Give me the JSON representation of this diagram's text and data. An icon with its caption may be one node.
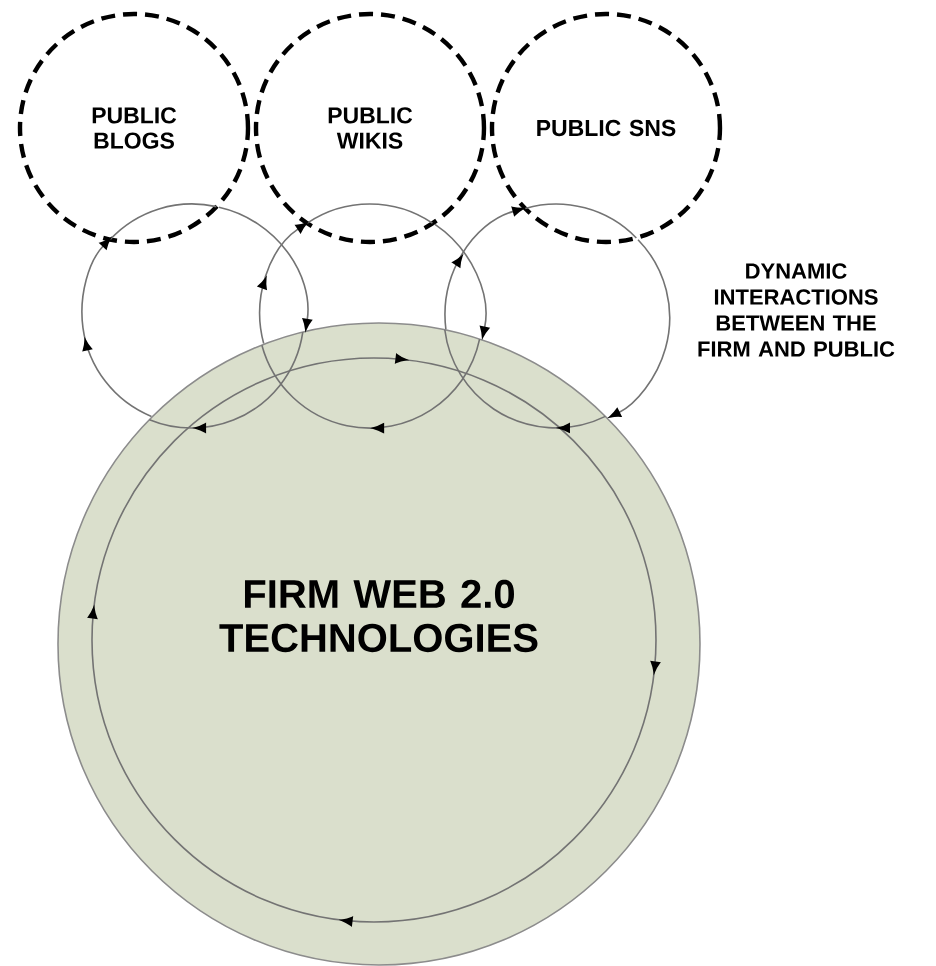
{
  "diagram": {
    "nodes": [
      {
        "text": [
          "PUBLIC BLOGS"
        ]
      },
      {
        "text": [
          "PUBLIC WIKIS"
        ]
      },
      {
        "text": [
          "PUBLIC SNS"
        ]
      },
      {
        "text": [
          "FIRM WEB 2.0 TECHNOLOGIES"
        ]
      }
    ],
    "edges": [
      {
        "from": 0,
        "to": 3,
        "arrow": "to"
      },
      {
        "from": 3,
        "to": 0,
        "arrow": "to"
      },
      {
        "from": 1,
        "to": 3,
        "arrow": "to"
      },
      {
        "from": 3,
        "to": 1,
        "arrow": "to"
      },
      {
        "from": 2,
        "to": 3,
        "arrow": "to"
      },
      {
        "from": 3,
        "to": 2,
        "arrow": "to"
      }
    ],
    "labels": [
      "DYNAMIC INTERACTIONS BETWEEN THE FIRM AND PUBLIC"
    ]
  }
}
